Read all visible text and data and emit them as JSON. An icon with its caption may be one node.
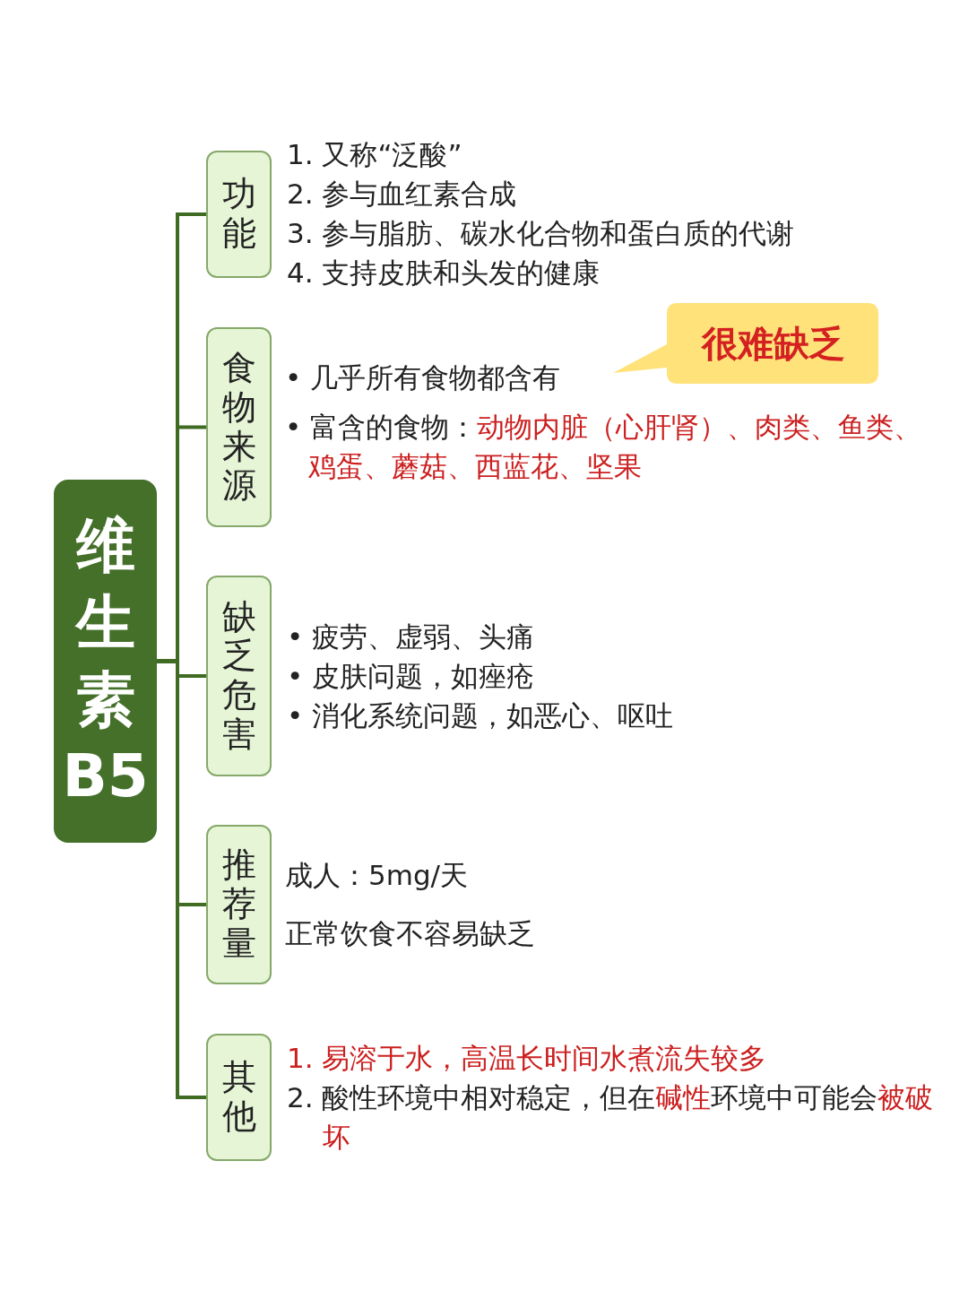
{
  "diagram": {
    "nodes": [
      {
        "text": [
          "维生素B5"
        ]
      },
      {
        "text": [
          "功能"
        ],
        "beside": [
          "1. 又称“泛酸”",
          "2. 参与血红素合成",
          "3. 参与脂肪、碳水化合物和蛋白质的代谢",
          "4. 支持皮肤和头发的健康"
        ]
      },
      {
        "text": [
          "食物来源"
        ],
        "beside": [
          "• 几乎所有食物都含有",
          "• 富含的食物：**动物内脏（心肝肾）、肉类、鱼类、鸡蛋、蘑菇、西蓝花、坚果**"
        ]
      },
      {
        "text": [
          "很难缺乏"
        ]
      },
      {
        "text": [
          "缺乏危害"
        ],
        "beside": [
          "• 疲劳、虚弱、头痛",
          "• 皮肤问题，如痤疮",
          "• 消化系统问题，如恶心、呕吐"
        ]
      },
      {
        "text": [
          "推荐量"
        ],
        "beside": [
          "成人：5mg/天",
          "正常饮食不容易缺乏"
        ]
      },
      {
        "text": [
          "其他"
        ],
        "beside": [
          "1. 易溶于水，高温长时间水煮流失较多",
          "2. 酸性环境中相对稳定，但在**碱性**环境中可能会**被破坏**"
        ]
      }
    ],
    "edges": [
      {
        "from": 0,
        "to": 1,
        "arrow": "none"
      },
      {
        "from": 0,
        "to": 2,
        "arrow": "none"
      },
      {
        "from": 0,
        "to": 4,
        "arrow": "none"
      },
      {
        "from": 0,
        "to": 5,
        "arrow": "none"
      },
      {
        "from": 0,
        "to": 6,
        "arrow": "none"
      }
    ]
  }
}
